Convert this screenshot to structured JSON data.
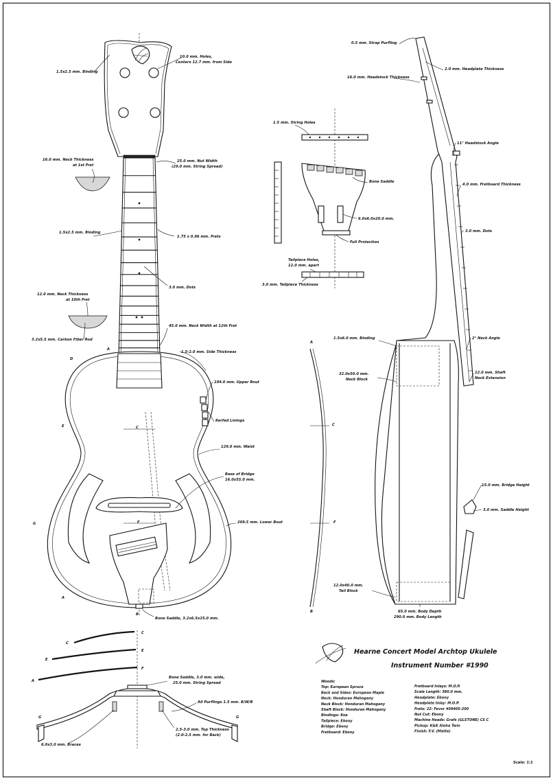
{
  "headstock": {
    "binding": "1.5x2.5 mm. Binding",
    "holes_1": "10.0 mm. Holes,",
    "holes_2": "Centers 12.7 mm. from Side"
  },
  "neck": {
    "nut_width_1": "25.0 mm. Nut Width",
    "nut_width_2": "(29.0 mm. String Spread)",
    "thickness_1st_1": "16.0 mm. Neck Thickness",
    "thickness_1st_2": "at 1st Fret",
    "binding": "1.5x2.5 mm. Binding",
    "frets": "1.75 x 0.96 mm. Frets",
    "dots": "3.0 mm. Dots",
    "thickness_10th_1": "12.0 mm. Neck Thickness",
    "thickness_10th_2": "at 10th Fret",
    "carbon_rod": "3.2x5.5 mm. Carbon Fiber Rod",
    "width_12th": "45.0 mm. Neck Width at 12th Fret"
  },
  "body": {
    "side_thickness": "1.5-2.0 mm. Side Thickness",
    "upper_bout": "194.0 mm. Upper Bout",
    "kerfed_linings": "Kerfed Linings",
    "waist": "129.0 mm. Waist",
    "bridge_base_1": "Base of Bridge",
    "bridge_base_2": "16.0x55.0 mm.",
    "lower_bout": "209.5 mm. Lower Bout",
    "bone_saddle": "Bone Saddle, 3.2x6.5x25.0 mm."
  },
  "tailpiece": {
    "string_holes": "1.5 mm. String Holes",
    "bone_saddle": "Bone Saddle",
    "saddle_dims": "6.0x6.0x20.0 mm.",
    "full_protection": "Full Protection",
    "tailpiece_holes_1": "Tailpiece Holes,",
    "tailpiece_holes_2": "12.0 mm. apart",
    "thickness": "3.0 mm. Tailpiece Thickness"
  },
  "side_view": {
    "strap_purfling": "0.5 mm. Strap Purfling",
    "headplate": "2.0 mm. Headplate Thickness",
    "headstock_thickness": "16.0 mm. Headstock Thickness",
    "headstock_angle": "11° Headstock Angle",
    "fretboard_thickness": "4.0 mm. Fretboard Thickness",
    "dots": "3.0 mm. Dots",
    "binding": "1.5x6.0 mm. Binding",
    "neck_angle": "2° Neck Angle",
    "neck_block_1": "32.0x50.0 mm.",
    "neck_block_2": "Neck Block",
    "shaft_1": "12.0 mm. Shaft",
    "shaft_2": "Neck Extension",
    "bridge_height": "15.0 mm. Bridge Height",
    "saddle_height": "3.0 mm. Saddle Height",
    "tail_block_1": "12.0x40.0 mm.",
    "tail_block_2": "Tail Block",
    "body_depth": "65.0 mm. Body Depth",
    "body_length": "290.0 mm. Body Length"
  },
  "section_labels": {
    "a": "A",
    "b": "B",
    "c": "C",
    "d": "D",
    "e": "E",
    "f": "F",
    "g": "G"
  },
  "cross_section": {
    "bone_saddle_1": "Bone Saddle, 3.0 mm. wide,",
    "bone_saddle_2": "25.0 mm. String Spread",
    "purfling": "All Purflings 1.5 mm. B/W/B",
    "top_thickness_1": "2.5-3.0 mm. Top Thickness",
    "top_thickness_2": "(2.0-2.5 mm. for Back)",
    "braces": "6.0x3.0 mm. Braces"
  },
  "title_block": {
    "line1": "Hearne Concert Model Archtop Ukulele",
    "line2": "Instrument Number #1990",
    "specs_left": [
      "Woods:",
      "Top: European Spruce",
      "Back and Sides: European Maple",
      "Neck: Honduran Mahogany",
      "Neck Block: Honduran Mahogany",
      "Shaft Block: Honduran Mahogany",
      "Bindings: Koa",
      "Tailpiece: Ebony",
      "Bridge: Ebony",
      "Fretboard: Ebony"
    ],
    "specs_right": [
      "Fretboard Inlays: M.O.P.",
      "Scale Length: 380.0 mm.",
      "Headplate: Ebony",
      "Headplate Inlay: M.O.P.",
      "Frets: 22: Fevor #39405-200",
      "Nut Cut: Ebony",
      "Machine Heads: Grafs (GLSTONE) CS C",
      "Pickup: K&K Aloha Twin",
      "Finish: F.V. (Matte)"
    ],
    "scale": "Scale: 1:1"
  }
}
